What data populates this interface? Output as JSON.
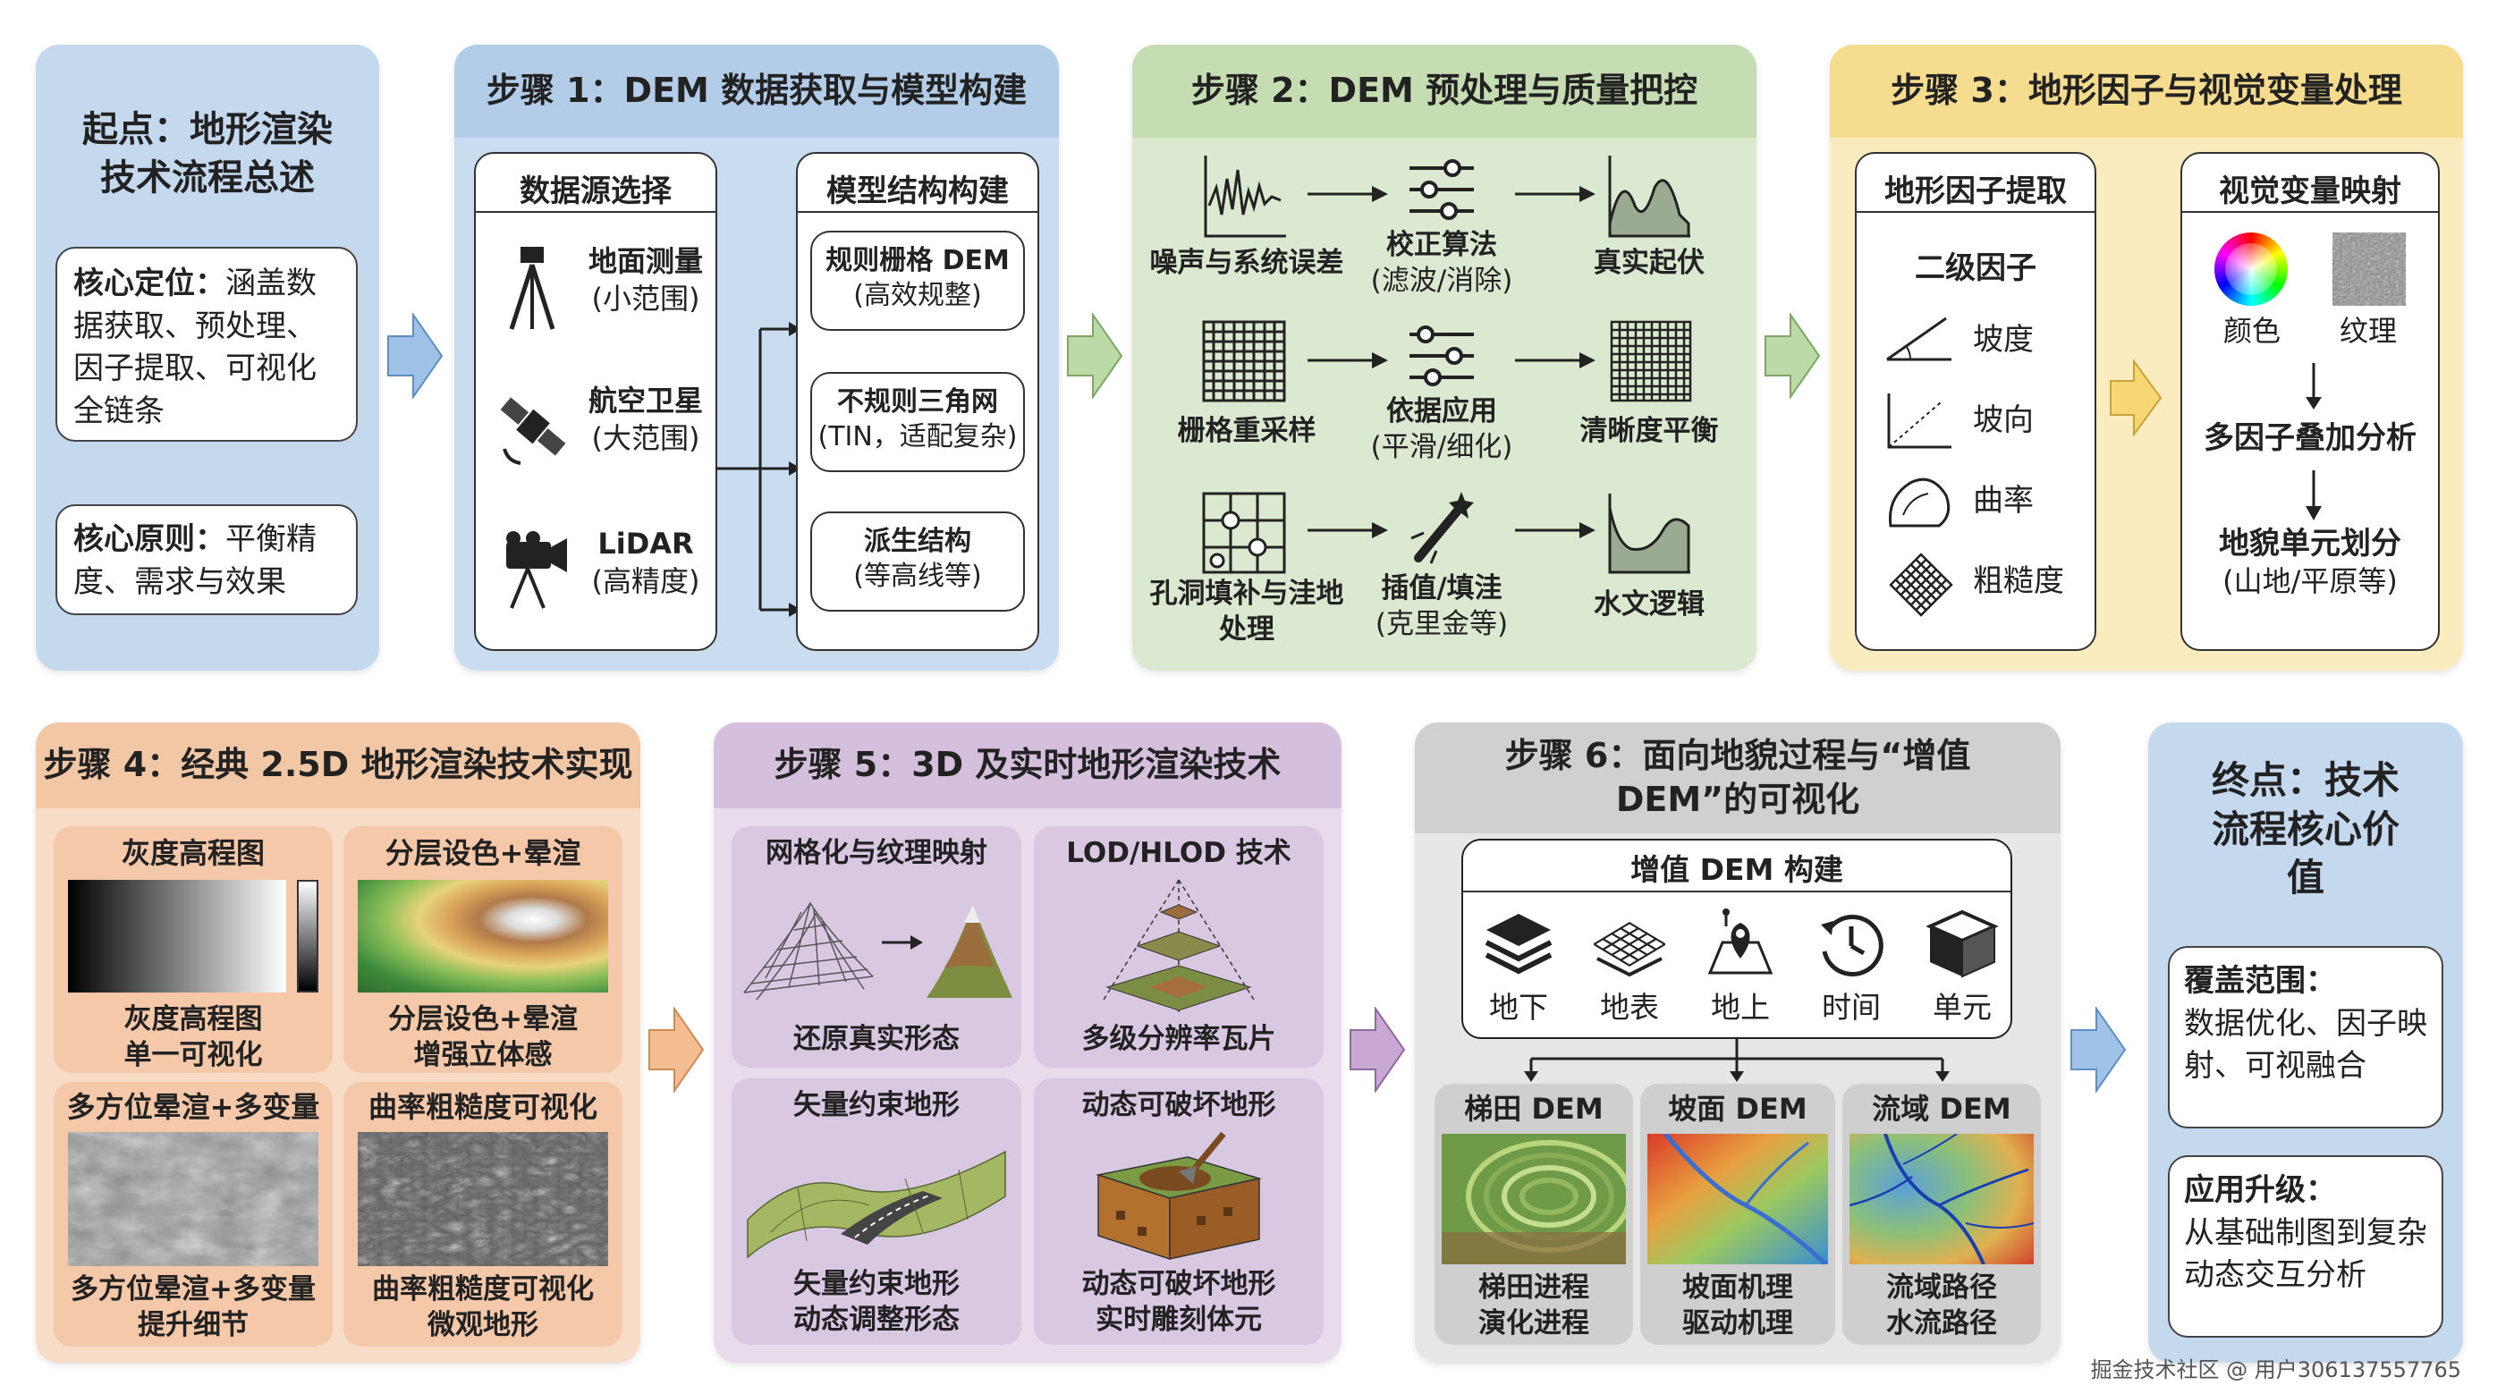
{
  "start": {
    "title": "起点：地形渲染技术流程总述",
    "core_pos_label": "核心定位：",
    "core_pos_text": "涵盖数据获取、预处理、因子提取、可视化全链条",
    "core_pri_label": "核心原则：",
    "core_pri_text": "平衡精度、需求与效果"
  },
  "step1": {
    "title": "步骤 1：DEM 数据获取与模型构建",
    "src_title": "数据源选择",
    "sources": [
      {
        "name": "地面测量",
        "note": "(小范围)"
      },
      {
        "name": "航空卫星",
        "note": "(大范围)"
      },
      {
        "name": "LiDAR",
        "note": "(高精度)"
      }
    ],
    "model_title": "模型结构构建",
    "models": [
      {
        "name": "规则栅格 DEM",
        "note": "(高效规整)"
      },
      {
        "name": "不规则三角网",
        "note": "(TIN，适配复杂)"
      },
      {
        "name": "派生结构",
        "note": "(等高线等)"
      }
    ]
  },
  "step2": {
    "title": "步骤 2：DEM 预处理与质量把控",
    "rows": [
      {
        "a": "噪声与系统误差",
        "b": "校正算法",
        "b2": "(滤波/消除)",
        "c": "真实起伏"
      },
      {
        "a": "栅格重采样",
        "b": "依据应用",
        "b2": "(平滑/细化)",
        "c": "清晰度平衡"
      },
      {
        "a": "孔洞填补与洼地处理",
        "b": "插值/填洼",
        "b2": "(克里金等)",
        "c": "水文逻辑"
      }
    ]
  },
  "step3": {
    "title": "步骤 3：地形因子与视觉变量处理",
    "factor_title": "地形因子提取",
    "factor_sub": "二级因子",
    "factors": [
      "坡度",
      "坡向",
      "曲率",
      "粗糙度"
    ],
    "visual_title": "视觉变量映射",
    "color": "颜色",
    "texture": "纹理",
    "overlay": "多因子叠加分析",
    "unit": "地貌单元划分",
    "unit_note": "(山地/平原等)"
  },
  "step4": {
    "title": "步骤 4：经典 2.5D 地形渲染技术实现",
    "cells": [
      {
        "head": "灰度高程图",
        "l1": "灰度高程图",
        "l2": "单一可视化"
      },
      {
        "head": "分层设色+晕渲",
        "l1": "分层设色+晕渲",
        "l2": "增强立体感"
      },
      {
        "head": "多方位晕渲+多变量",
        "l1": "多方位晕渲+多变量",
        "l2": "提升细节"
      },
      {
        "head": "曲率粗糙度可视化",
        "l1": "曲率粗糙度可视化",
        "l2": "微观地形"
      }
    ]
  },
  "step5": {
    "title": "步骤 5：3D 及实时地形渲染技术",
    "cells": [
      {
        "head": "网格化与纹理映射",
        "l1": "还原真实形态",
        "l2": ""
      },
      {
        "head": "LOD/HLOD 技术",
        "l1": "多级分辨率瓦片",
        "l2": ""
      },
      {
        "head": "矢量约束地形",
        "l1": "矢量约束地形",
        "l2": "动态调整形态"
      },
      {
        "head": "动态可破坏地形",
        "l1": "动态可破坏地形",
        "l2": "实时雕刻体元"
      }
    ]
  },
  "step6": {
    "title": "步骤 6：面向地貌过程与“增值 DEM”的可视化",
    "build_title": "增值 DEM 构建",
    "icons": [
      "地下",
      "地表",
      "地上",
      "时间",
      "单元"
    ],
    "dems": [
      {
        "head": "梯田 DEM",
        "l1": "梯田进程",
        "l2": "演化进程"
      },
      {
        "head": "坡面 DEM",
        "l1": "坡面机理",
        "l2": "驱动机理"
      },
      {
        "head": "流域 DEM",
        "l1": "流域路径",
        "l2": "水流路径"
      }
    ]
  },
  "end": {
    "title": "终点：技术流程核心价值",
    "c1_label": "覆盖范围：",
    "c1_text": "数据优化、因子映射、可视融合",
    "c2_label": "应用升级：",
    "c2_text": "从基础制图到复杂动态交互分析"
  },
  "watermark": "掘金技术社区 @ 用户306137557765"
}
